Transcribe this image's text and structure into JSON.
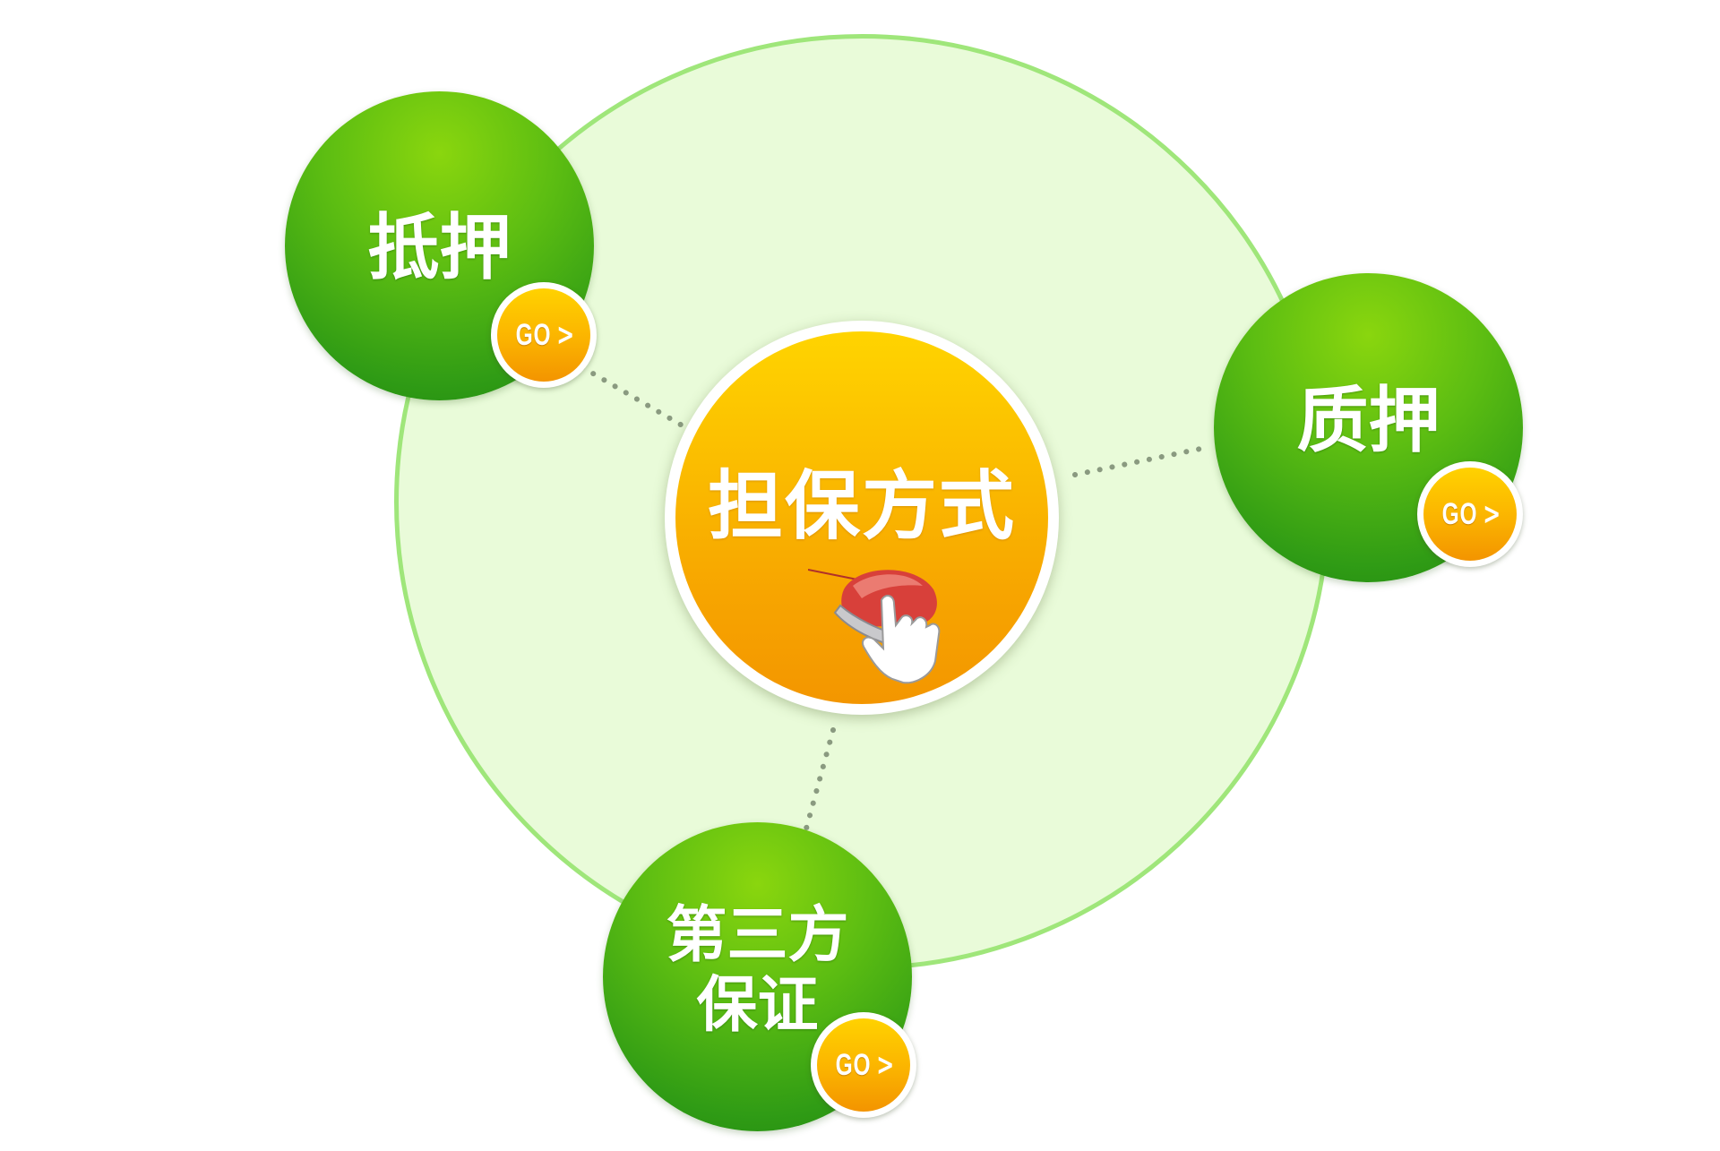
{
  "diagram": {
    "center": {
      "label": "担保方式",
      "icon": "mouse-click-icon"
    },
    "nodes": [
      {
        "id": "mortgage",
        "label": "抵押",
        "button": {
          "label": "GO",
          "chevron": ">"
        }
      },
      {
        "id": "pledge",
        "label": "质押",
        "button": {
          "label": "GO",
          "chevron": ">"
        }
      },
      {
        "id": "third-party-guarantee",
        "label_line1": "第三方",
        "label_line2": "保证",
        "button": {
          "label": "GO",
          "chevron": ">"
        }
      }
    ],
    "colors": {
      "background": "#ffffff",
      "ring_fill": "#e9fbd9",
      "ring_stroke": "#9fe67a",
      "node_green_top": "#8ad60e",
      "node_green_bottom": "#22880f",
      "hub_yellow_top": "#ffd400",
      "hub_orange_bottom": "#f39600",
      "go_button_top": "#ffd200",
      "go_button_bottom": "#f39400",
      "connector": "#8a9a80"
    }
  }
}
